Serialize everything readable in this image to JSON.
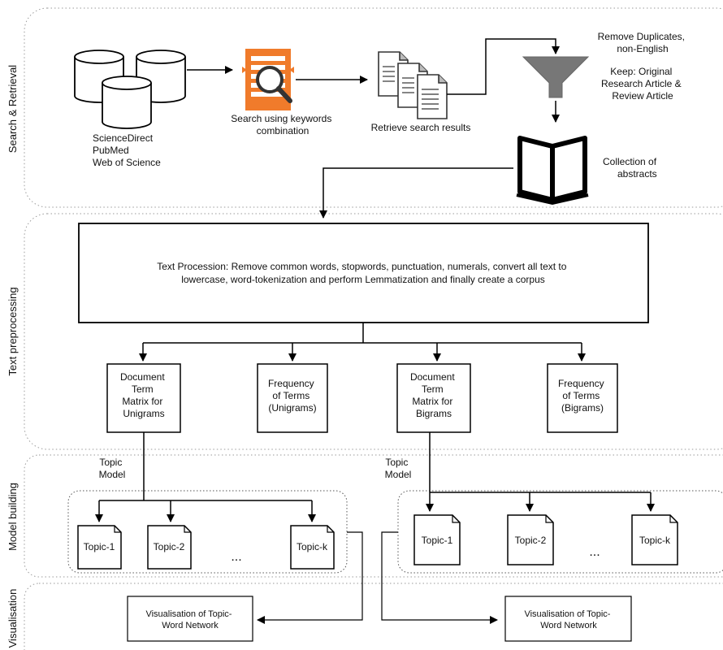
{
  "sections": {
    "search": "Search & Retrieval",
    "preprocessing": "Text preprocessing",
    "model": "Model building",
    "visual": "Visualisation"
  },
  "sources": [
    "ScienceDirect",
    "PubMed",
    "Web of Science"
  ],
  "search_step": [
    "Search using keywords",
    "combination"
  ],
  "retrieve_step": "Retrieve search results",
  "filter_remove": [
    "Remove Duplicates,",
    "non-English"
  ],
  "filter_keep": [
    "Keep: Original",
    "Research Article &",
    "Review Article"
  ],
  "collection": [
    "Collection of",
    "abstracts"
  ],
  "processing": [
    "Text Procession: Remove common words, stopwords, punctuation, numerals, convert all text to",
    "lowercase, word-tokenization and perform Lemmatization and finally create a corpus"
  ],
  "outputs": {
    "dtm_unigrams": [
      "Document",
      "Term",
      "Matrix for",
      "Unigrams"
    ],
    "freq_unigrams": [
      "Frequency",
      "of Terms",
      "(Unigrams)"
    ],
    "dtm_bigrams": [
      "Document",
      "Term",
      "Matrix for",
      "Bigrams"
    ],
    "freq_bigrams": [
      "Frequency",
      "of Terms",
      "(Bigrams)"
    ]
  },
  "topic_model_label": [
    "Topic",
    "Model"
  ],
  "topics_left": [
    "Topic-1",
    "Topic-2",
    "Topic-k"
  ],
  "topics_right": [
    "Topic-1",
    "Topic-2",
    "Topic-k"
  ],
  "ellipsis": "...",
  "visualisation": [
    "Visualisation of Topic-",
    "Word Network"
  ],
  "colors": {
    "stroke": "#000000",
    "dotted": "#9a9a9a",
    "search_icon": "#f07b2b"
  },
  "icons": [
    "database-icon",
    "search-document-icon",
    "documents-icon",
    "filter-funnel-icon",
    "book-icon"
  ]
}
